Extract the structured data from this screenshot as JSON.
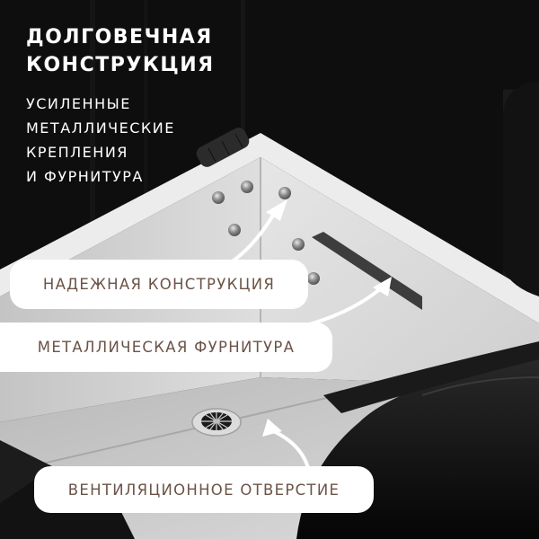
{
  "headline": {
    "line1": "ДОЛГОВЕЧНАЯ",
    "line2": "КОНСТРУКЦИЯ"
  },
  "subheadline": {
    "line1": "УСИЛЕННЫЕ",
    "line2": "МЕТАЛЛИЧЕСКИЕ",
    "line3": "КРЕПЛЕНИЯ",
    "line4": "И ФУРНИТУРА"
  },
  "callouts": [
    {
      "label": "НАДЕЖНАЯ КОНСТРУКЦИЯ"
    },
    {
      "label": "МЕТАЛЛИЧЕСКАЯ ФУРНИТУРА"
    },
    {
      "label": "ВЕНТИЛЯЦИОННОЕ ОТВЕРСТИЕ"
    }
  ],
  "colors": {
    "background": "#0d0d0d",
    "headline_text": "#ffffff",
    "label_bg": "#ffffff",
    "label_text": "#6b5347",
    "box_interior": "#cfcfcf"
  }
}
